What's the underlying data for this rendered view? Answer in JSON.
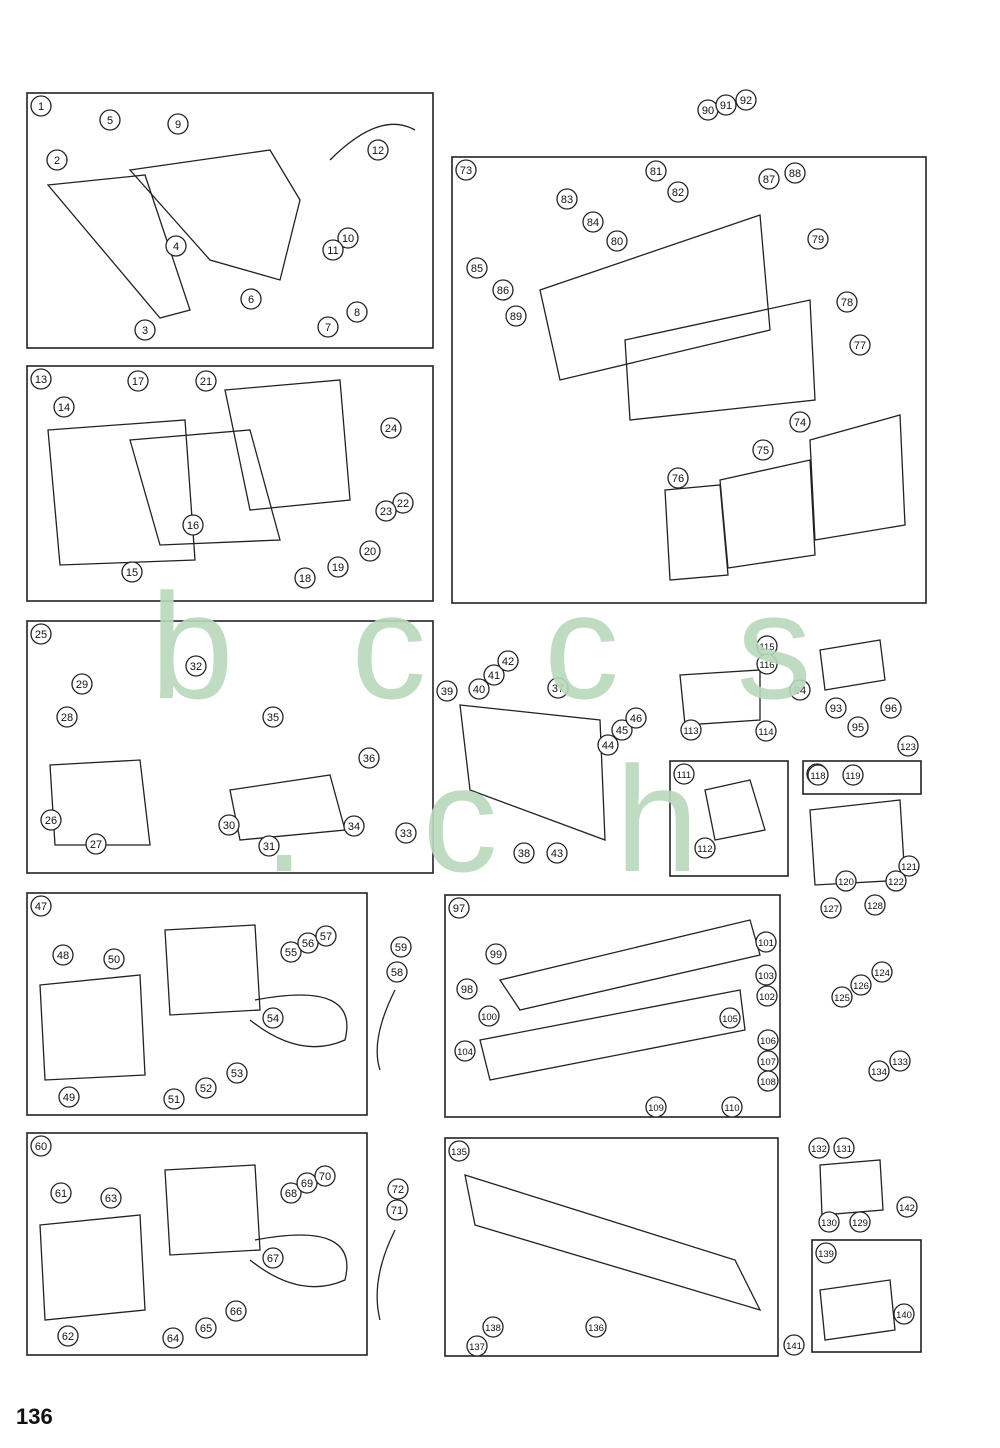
{
  "page": {
    "number": "136",
    "watermark": "b c c s . c h"
  },
  "panels": [
    {
      "id": "p1",
      "label": "1"
    },
    {
      "id": "p13",
      "label": "13"
    },
    {
      "id": "p73",
      "label": "73"
    },
    {
      "id": "p25",
      "label": "25"
    },
    {
      "id": "p111",
      "label": "111"
    },
    {
      "id": "p117",
      "label": "117"
    },
    {
      "id": "p47",
      "label": "47"
    },
    {
      "id": "p97",
      "label": "97"
    },
    {
      "id": "p60",
      "label": "60"
    },
    {
      "id": "p135",
      "label": "135"
    },
    {
      "id": "p139",
      "label": "139"
    }
  ],
  "callouts": [
    "2",
    "3",
    "4",
    "5",
    "6",
    "7",
    "8",
    "9",
    "10",
    "11",
    "12",
    "14",
    "15",
    "16",
    "17",
    "18",
    "19",
    "20",
    "21",
    "22",
    "23",
    "24",
    "26",
    "27",
    "28",
    "29",
    "30",
    "31",
    "32",
    "33",
    "34",
    "35",
    "36",
    "37",
    "38",
    "39",
    "40",
    "41",
    "42",
    "43",
    "44",
    "45",
    "46",
    "48",
    "49",
    "50",
    "51",
    "52",
    "53",
    "54",
    "55",
    "56",
    "57",
    "58",
    "59",
    "61",
    "62",
    "63",
    "64",
    "65",
    "66",
    "67",
    "68",
    "69",
    "70",
    "71",
    "72",
    "74",
    "75",
    "76",
    "77",
    "78",
    "79",
    "80",
    "81",
    "82",
    "83",
    "84",
    "85",
    "86",
    "87",
    "88",
    "89",
    "90",
    "91",
    "92",
    "93",
    "94",
    "95",
    "96",
    "98",
    "99",
    "100",
    "101",
    "102",
    "103",
    "104",
    "105",
    "106",
    "107",
    "108",
    "109",
    "110",
    "112",
    "113",
    "114",
    "115",
    "116",
    "118",
    "119",
    "120",
    "121",
    "122",
    "123",
    "124",
    "125",
    "126",
    "127",
    "128",
    "129",
    "130",
    "131",
    "132",
    "133",
    "134",
    "136",
    "137",
    "138",
    "140",
    "141",
    "142"
  ]
}
